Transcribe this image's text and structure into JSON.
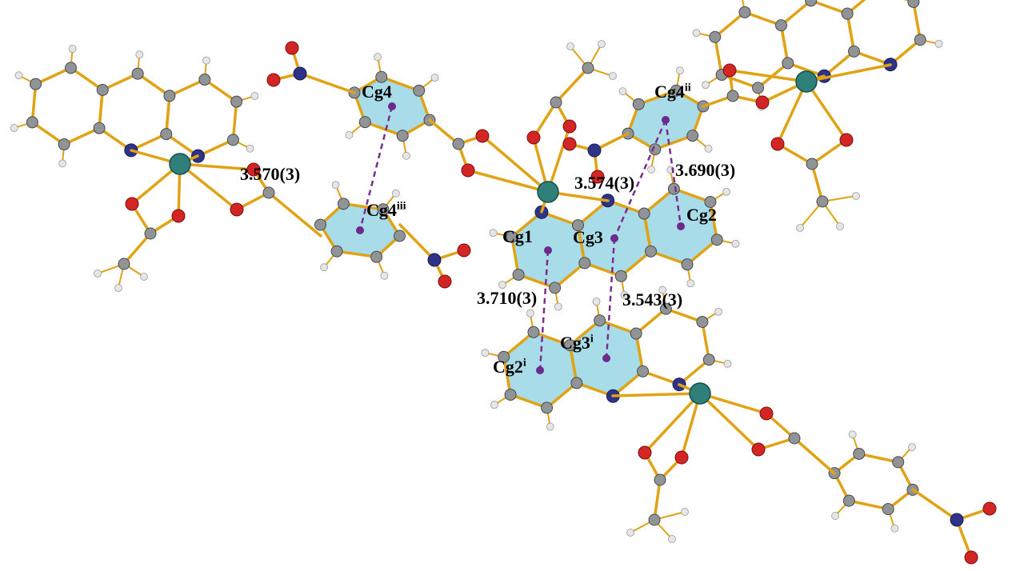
{
  "figure": {
    "labels": {
      "cg4": {
        "text": "Cg4",
        "sup": ""
      },
      "cg4ii": {
        "text": "Cg4",
        "sup": "ii"
      },
      "cg4iii": {
        "text": "Cg4",
        "sup": "iii"
      },
      "cg1": {
        "text": "Cg1",
        "sup": ""
      },
      "cg2": {
        "text": "Cg2",
        "sup": ""
      },
      "cg3": {
        "text": "Cg3",
        "sup": ""
      },
      "cg3i": {
        "text": "Cg3",
        "sup": "i"
      },
      "cg2i": {
        "text": "Cg2",
        "sup": "i"
      }
    },
    "distances": {
      "d1": "3.570(3)",
      "d2": "3.574(3)",
      "d3": "3.690(3)",
      "d4": "3.710(3)",
      "d5": "3.543(3)"
    },
    "colors": {
      "ring_highlight": "#A8DCE8",
      "bond": "#DFA315",
      "centroid": "#6B2A8C",
      "dashed_contact": "#7B2E8E",
      "metal": "#2F7F7B",
      "oxygen": "#D42525",
      "nitrogen": "#2F3388",
      "carbon": "#909497",
      "hydrogen": "#E6E6E6",
      "background": "#FFFFFF"
    }
  }
}
